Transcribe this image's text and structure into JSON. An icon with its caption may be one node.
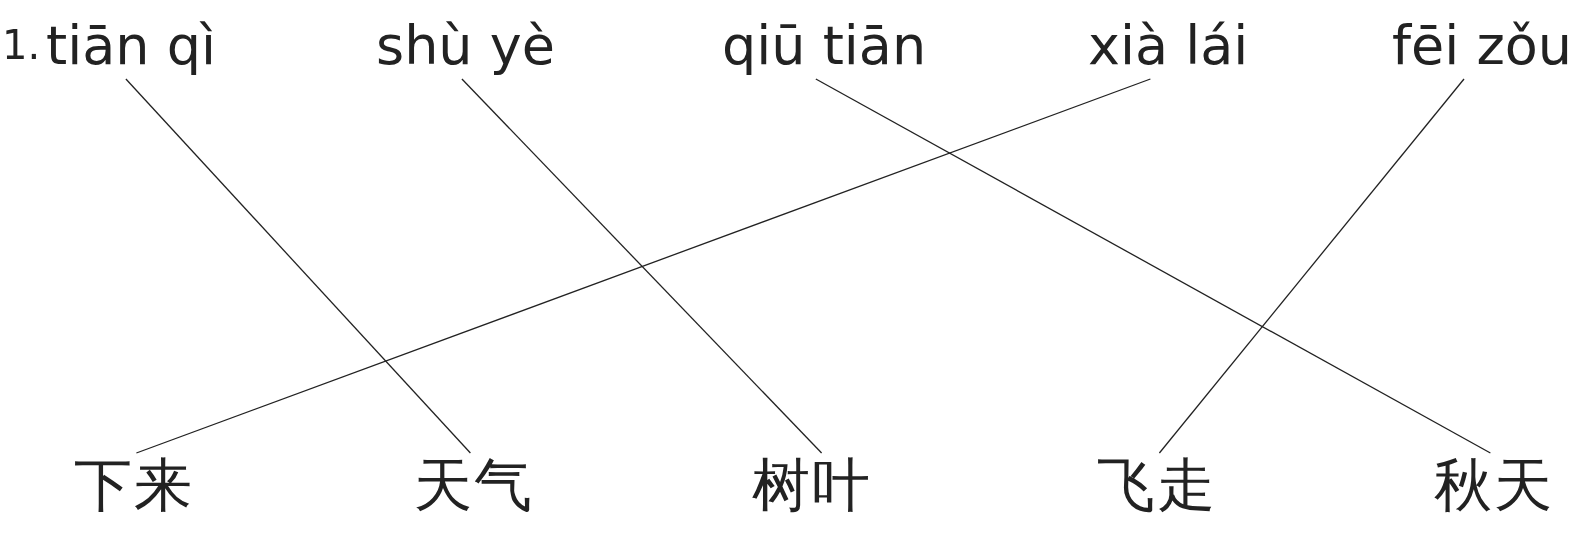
{
  "diagram": {
    "nodes": [
      {
        "text": [
          "tiān qì"
        ]
      },
      {
        "text": [
          "shù yè"
        ]
      },
      {
        "text": [
          "qiū tiān"
        ]
      },
      {
        "text": [
          "xià lái"
        ]
      },
      {
        "text": [
          "fēi zǒu"
        ]
      },
      {
        "text": [
          "下来"
        ]
      },
      {
        "text": [
          "天气"
        ]
      },
      {
        "text": [
          "树叶"
        ]
      },
      {
        "text": [
          "飞走"
        ]
      },
      {
        "text": [
          "秋天"
        ]
      }
    ],
    "edges": [
      {
        "from": 0,
        "to": 6,
        "arrow": "none"
      },
      {
        "from": 1,
        "to": 7,
        "arrow": "none"
      },
      {
        "from": 2,
        "to": 9,
        "arrow": "none"
      },
      {
        "from": 3,
        "to": 5,
        "arrow": "none"
      },
      {
        "from": 4,
        "to": 8,
        "arrow": "none"
      }
    ],
    "labels": [
      "1."
    ]
  }
}
